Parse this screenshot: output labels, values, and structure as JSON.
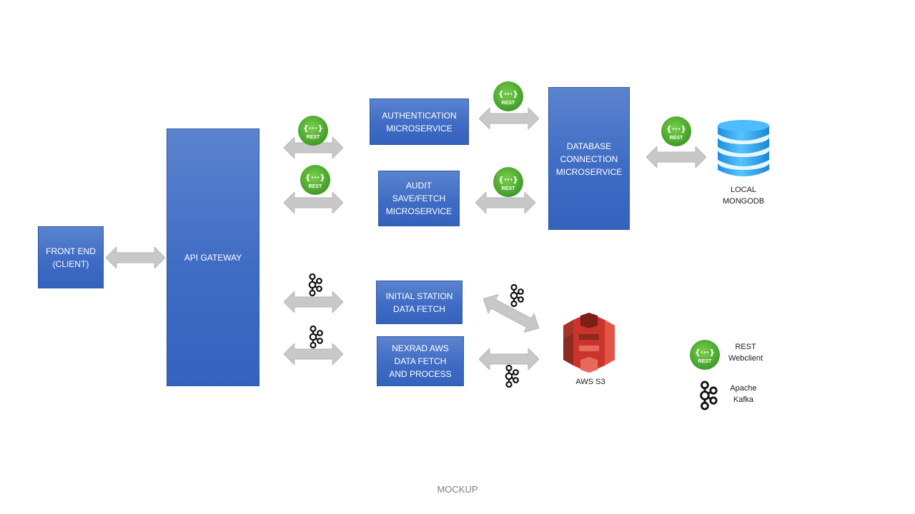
{
  "nodes": {
    "frontend": "FRONT END\n(CLIENT)",
    "gateway": "API GATEWAY",
    "auth": "AUTHENTICATION\nMICROSERVICE",
    "audit": "AUDIT\nSAVE/FETCH\nMICROSERVICE",
    "database": "DATABASE\nCONNECTION\nMICROSERVICE",
    "initial_station": "INITIAL STATION\nDATA FETCH",
    "nexrad": "NEXRAD AWS\nDATA FETCH\nAND PROCESS"
  },
  "external": {
    "mongodb": "LOCAL\nMONGODB",
    "s3": "AWS S3"
  },
  "legend": {
    "rest": "REST\nWebclient",
    "kafka": "Apache\nKafka"
  },
  "icons": {
    "rest_badge_text": "REST",
    "rest_symbol": "{···}"
  },
  "footer": "MOCKUP",
  "colors": {
    "box": "#4472c4",
    "arrow": "#c8c8c8",
    "rest_green": "#5cb23a",
    "db_blue": "#3aa8f2",
    "s3_red": "#c9352c"
  }
}
